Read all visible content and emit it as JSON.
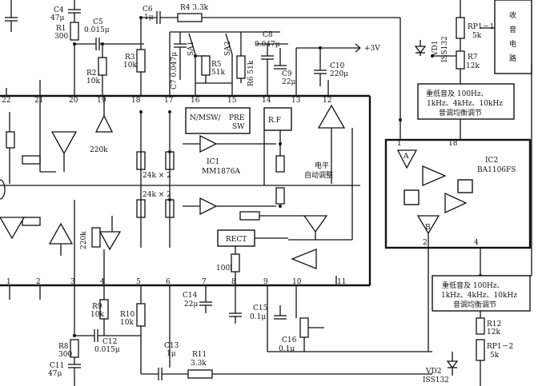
{
  "ic1": {
    "name": "IC1",
    "part": "MM1876A",
    "pins_top": [
      "22",
      "21",
      "20",
      "19",
      "18",
      "17",
      "16",
      "15",
      "14",
      "13",
      "12"
    ],
    "pins_bottom": [
      "1",
      "2",
      "3",
      "4",
      "5",
      "6",
      "7",
      "8",
      "9",
      "10",
      "11"
    ],
    "block_nmsw_1": "N/MSW/",
    "block_nmsw_2": "PRE",
    "block_nmsw_3": "SW",
    "block_rf": "R.F",
    "block_rect": "RECT",
    "level_auto_1": "电平",
    "level_auto_2": "自动调整",
    "res_24k_top": "24k × 2",
    "res_24k_mid": "24k × 2",
    "res_220k_top": "220k",
    "res_220k_bottom": "220k",
    "res_100k": "100k"
  },
  "ic2": {
    "name": "IC2",
    "part": "BA1106FS",
    "pins": [
      "1",
      "18",
      "2",
      "4"
    ],
    "amp_a": "A",
    "amp_b": "B"
  },
  "radio_box": [
    "收",
    "音",
    "电",
    "路"
  ],
  "eq_top": {
    "line1": "重低音及 100Hz、",
    "line2": "1kHz、4kHz、10kHz",
    "line3": "音调均衡调节"
  },
  "eq_bottom": {
    "line1": "重低音及 100Hz、",
    "line2": "1kHz、4kHz、10kHz",
    "line3": "音调均衡调节"
  },
  "supply": "+3V",
  "components": {
    "c4": [
      "C4",
      "47μ"
    ],
    "r1": [
      "R1",
      "300"
    ],
    "c5": [
      "C5",
      "0.015μ"
    ],
    "c6": [
      "C6",
      "1μ"
    ],
    "r4": "R4 3.3k",
    "r3": [
      "R3",
      "10k"
    ],
    "r2": [
      "R2",
      "10k"
    ],
    "c7": "C7 0.047μ",
    "sa1": "SA1",
    "sa2": "SA2",
    "r5": [
      "R5",
      "51k"
    ],
    "r6": "R6 51k",
    "c8": [
      "C8",
      "0.047μ"
    ],
    "c9": [
      "C9",
      "22μ"
    ],
    "c10": [
      "C10",
      "220μ"
    ],
    "vd1": [
      "VD1",
      "ISS132"
    ],
    "rp1_1": [
      "RP1－1",
      "5k"
    ],
    "r7": [
      "R7",
      "12k"
    ],
    "r9": [
      "R9",
      "10k"
    ],
    "r10": [
      "R10",
      "10k"
    ],
    "r8": [
      "R8",
      "300"
    ],
    "c12": [
      "C12",
      "0.015μ"
    ],
    "c11": [
      "C11",
      "47μ"
    ],
    "c13": [
      "C13",
      "1μ"
    ],
    "r11": [
      "R11",
      "3.3k"
    ],
    "c14": [
      "C14",
      "22μ"
    ],
    "c15": [
      "C15",
      "0.1μ"
    ],
    "c16": [
      "C16",
      "0.1μ"
    ],
    "r12": [
      "R12",
      "12k"
    ],
    "rp1_2": [
      "RP1－2",
      "5k"
    ],
    "vd2": [
      "VD2",
      "ISS132"
    ]
  }
}
